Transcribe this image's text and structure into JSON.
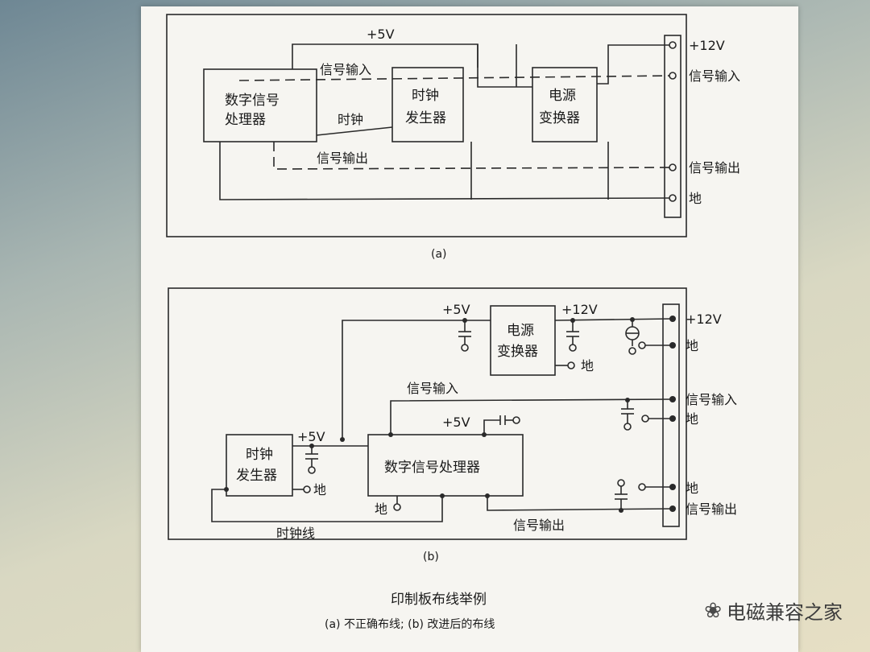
{
  "diagram_a": {
    "label": "(a)",
    "blocks": {
      "dsp": [
        "数字信号",
        "处理器"
      ],
      "clock": [
        "时钟",
        "发生器"
      ],
      "power": [
        "电源",
        "变换器"
      ]
    },
    "wires": {
      "plus5v": "+5V",
      "signal_in": "信号输入",
      "clock": "时钟",
      "signal_out": "信号输出"
    },
    "terminals": [
      "+12V",
      "信号输入",
      "信号输出",
      "地"
    ]
  },
  "diagram_b": {
    "label": "(b)",
    "blocks": {
      "power": [
        "电源",
        "变换器"
      ],
      "clock": [
        "时钟",
        "发生器"
      ],
      "dsp": "数字信号处理器"
    },
    "labels": {
      "plus5v_top": "+5V",
      "plus12v": "+12V",
      "ground_power": "地",
      "signal_in": "信号输入",
      "plus5v_dsp": "+5V",
      "plus5v_clock": "+5V",
      "ground_clock": "地",
      "ground_dsp": "地",
      "clock_line": "时钟线",
      "signal_out": "信号输出"
    },
    "terminals": [
      "+12V",
      "地",
      "信号输入",
      "地",
      "地",
      "信号输出"
    ]
  },
  "caption": {
    "title": "印制板布线举例",
    "subtitle": "(a) 不正确布线; (b) 改进后的布线"
  },
  "watermark": {
    "text": "电磁兼容之家",
    "icon": "wechat-icon"
  }
}
